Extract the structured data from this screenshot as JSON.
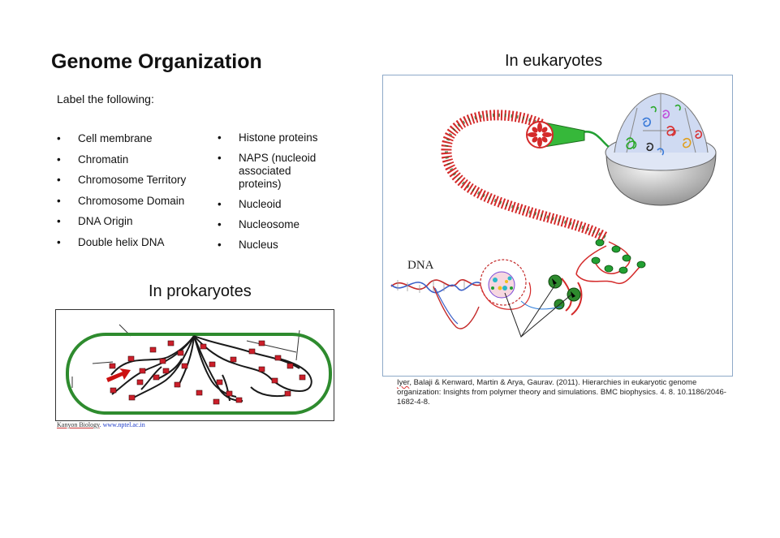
{
  "title": "Genome Organization",
  "instruction": "Label the following:",
  "terms_col1": [
    "Cell membrane",
    "Chromatin",
    "Chromosome Territory",
    "Chromosome Domain",
    "DNA Origin",
    "Double helix DNA"
  ],
  "terms_col2": [
    "Histone proteins",
    "NAPS (nucleoid associated proteins)",
    "Nucleoid",
    "Nucleosome",
    "Nucleus"
  ],
  "prokaryotes": {
    "heading": "In prokaryotes",
    "credit_a": "Kanyon Biology",
    "credit_b": ". www.nptel.ac.in"
  },
  "eukaryotes": {
    "heading": "In eukaryotes",
    "dna_label": "DNA",
    "citation_author": "Iyer",
    "citation_rest": ", Balaji & Kenward, Martin & Arya, Gaurav. (2011). Hierarchies in eukaryotic genome organization: Insights from polymer theory and simulations. BMC biophysics. 4. 8. 10.1186/2046-1682-4-8."
  },
  "colors": {
    "membrane": "#2e8b2e",
    "protein_marker": "#cc1f2a",
    "chromatin_fiber": "#d42a2a",
    "nucleosome": "#22a033",
    "arrow": "#cc1111",
    "euk_frame": "#8ea9c8"
  }
}
